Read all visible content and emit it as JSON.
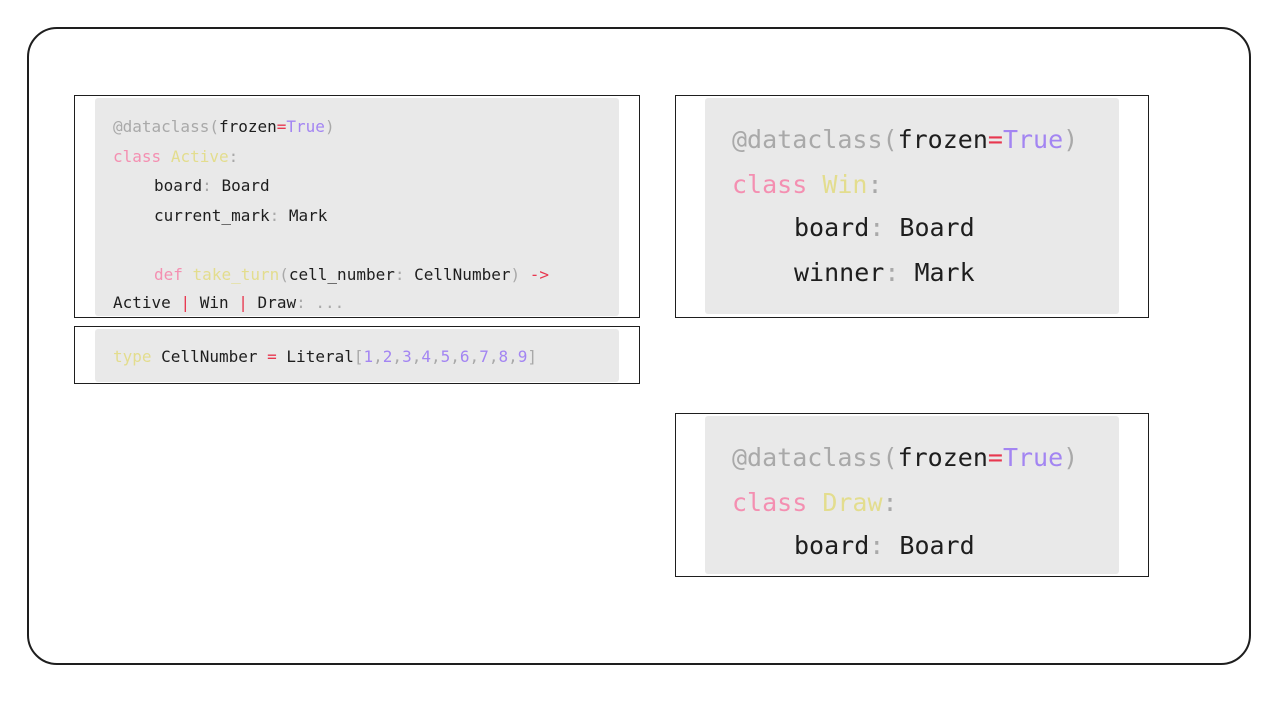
{
  "active_block": {
    "decorator": "@dataclass",
    "open_paren": "(",
    "param": "frozen",
    "eq": "=",
    "true": "True",
    "close_paren": ")",
    "class_kw": "class",
    "class_name": "Active",
    "colon": ":",
    "field1_name": "board",
    "field1_sep": ":",
    "field1_type": "Board",
    "field2_name": "current_mark",
    "field2_sep": ":",
    "field2_type": "Mark",
    "def_kw": "def",
    "method_name": "take_turn",
    "m_open": "(",
    "arg_name": "cell_number",
    "arg_sep": ":",
    "arg_type": "CellNumber",
    "m_close": ")",
    "arrow": "->",
    "ret1": "Active",
    "pipe1": "|",
    "ret2": "Win",
    "pipe2": "|",
    "ret3": "Draw",
    "ellipsis": ": ..."
  },
  "type_block": {
    "type_kw": "type",
    "alias_name": "CellNumber",
    "eq": "=",
    "literal": "Literal",
    "open_bracket": "[",
    "numbers": [
      {
        "n": "1",
        "sep": ","
      },
      {
        "n": "2",
        "sep": ","
      },
      {
        "n": "3",
        "sep": ","
      },
      {
        "n": "4",
        "sep": ","
      },
      {
        "n": "5",
        "sep": ","
      },
      {
        "n": "6",
        "sep": ","
      },
      {
        "n": "7",
        "sep": ","
      },
      {
        "n": "8",
        "sep": ","
      },
      {
        "n": "9",
        "sep": ""
      }
    ],
    "close_bracket": "]"
  },
  "win_block": {
    "decorator": "@dataclass",
    "open_paren": "(",
    "param": "frozen",
    "eq": "=",
    "true": "True",
    "close_paren": ")",
    "class_kw": "class",
    "class_name": "Win",
    "colon": ":",
    "field1_name": "board",
    "field1_sep": ":",
    "field1_type": "Board",
    "field2_name": "winner",
    "field2_sep": ":",
    "field2_type": "Mark"
  },
  "draw_block": {
    "decorator": "@dataclass",
    "open_paren": "(",
    "param": "frozen",
    "eq": "=",
    "true": "True",
    "close_paren": ")",
    "class_kw": "class",
    "class_name": "Draw",
    "colon": ":",
    "field1_name": "board",
    "field1_sep": ":",
    "field1_type": "Board"
  },
  "colors": {
    "keyword": "#f48fb1",
    "class_name": "#e3dd8e",
    "constant": "#a385f2",
    "operator": "#e8374f",
    "muted": "#a9a9a9",
    "text": "#1e1e1e",
    "code_bg": "#e9e9e9"
  }
}
